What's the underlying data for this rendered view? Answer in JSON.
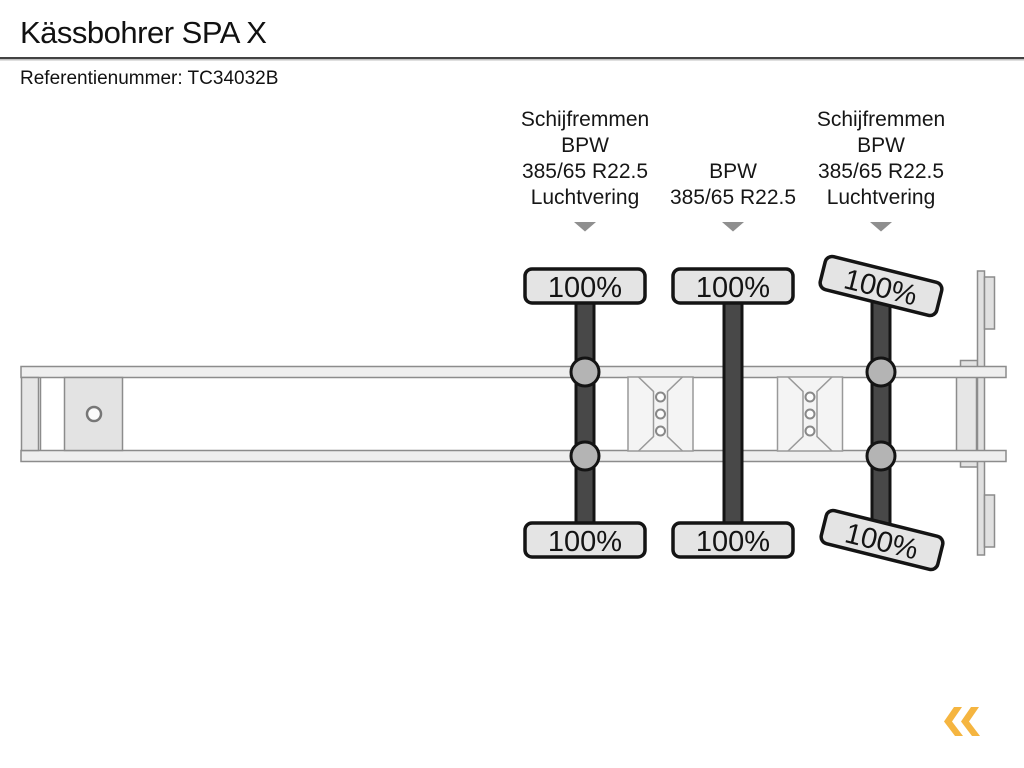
{
  "header": {
    "title": "Kässbohrer SPA X",
    "reference": "Referentienummer: TC34032B"
  },
  "diagram": {
    "axles": [
      {
        "name": "axle-1",
        "specs": [
          "Schijfremmen",
          "BPW",
          "385/65 R22.5",
          "Luchtvering"
        ],
        "tire_top": "100%",
        "tire_bottom": "100%"
      },
      {
        "name": "axle-2",
        "specs": [
          "BPW",
          "385/65 R22.5"
        ],
        "tire_top": "100%",
        "tire_bottom": "100%"
      },
      {
        "name": "axle-3",
        "specs": [
          "Schijfremmen",
          "BPW",
          "385/65 R22.5",
          "Luchtvering"
        ],
        "tire_top": "100%",
        "tire_bottom": "100%"
      }
    ]
  },
  "footer": {
    "logo_icon": "double-chevron-left-icon",
    "logo_color": "#F5B540"
  }
}
